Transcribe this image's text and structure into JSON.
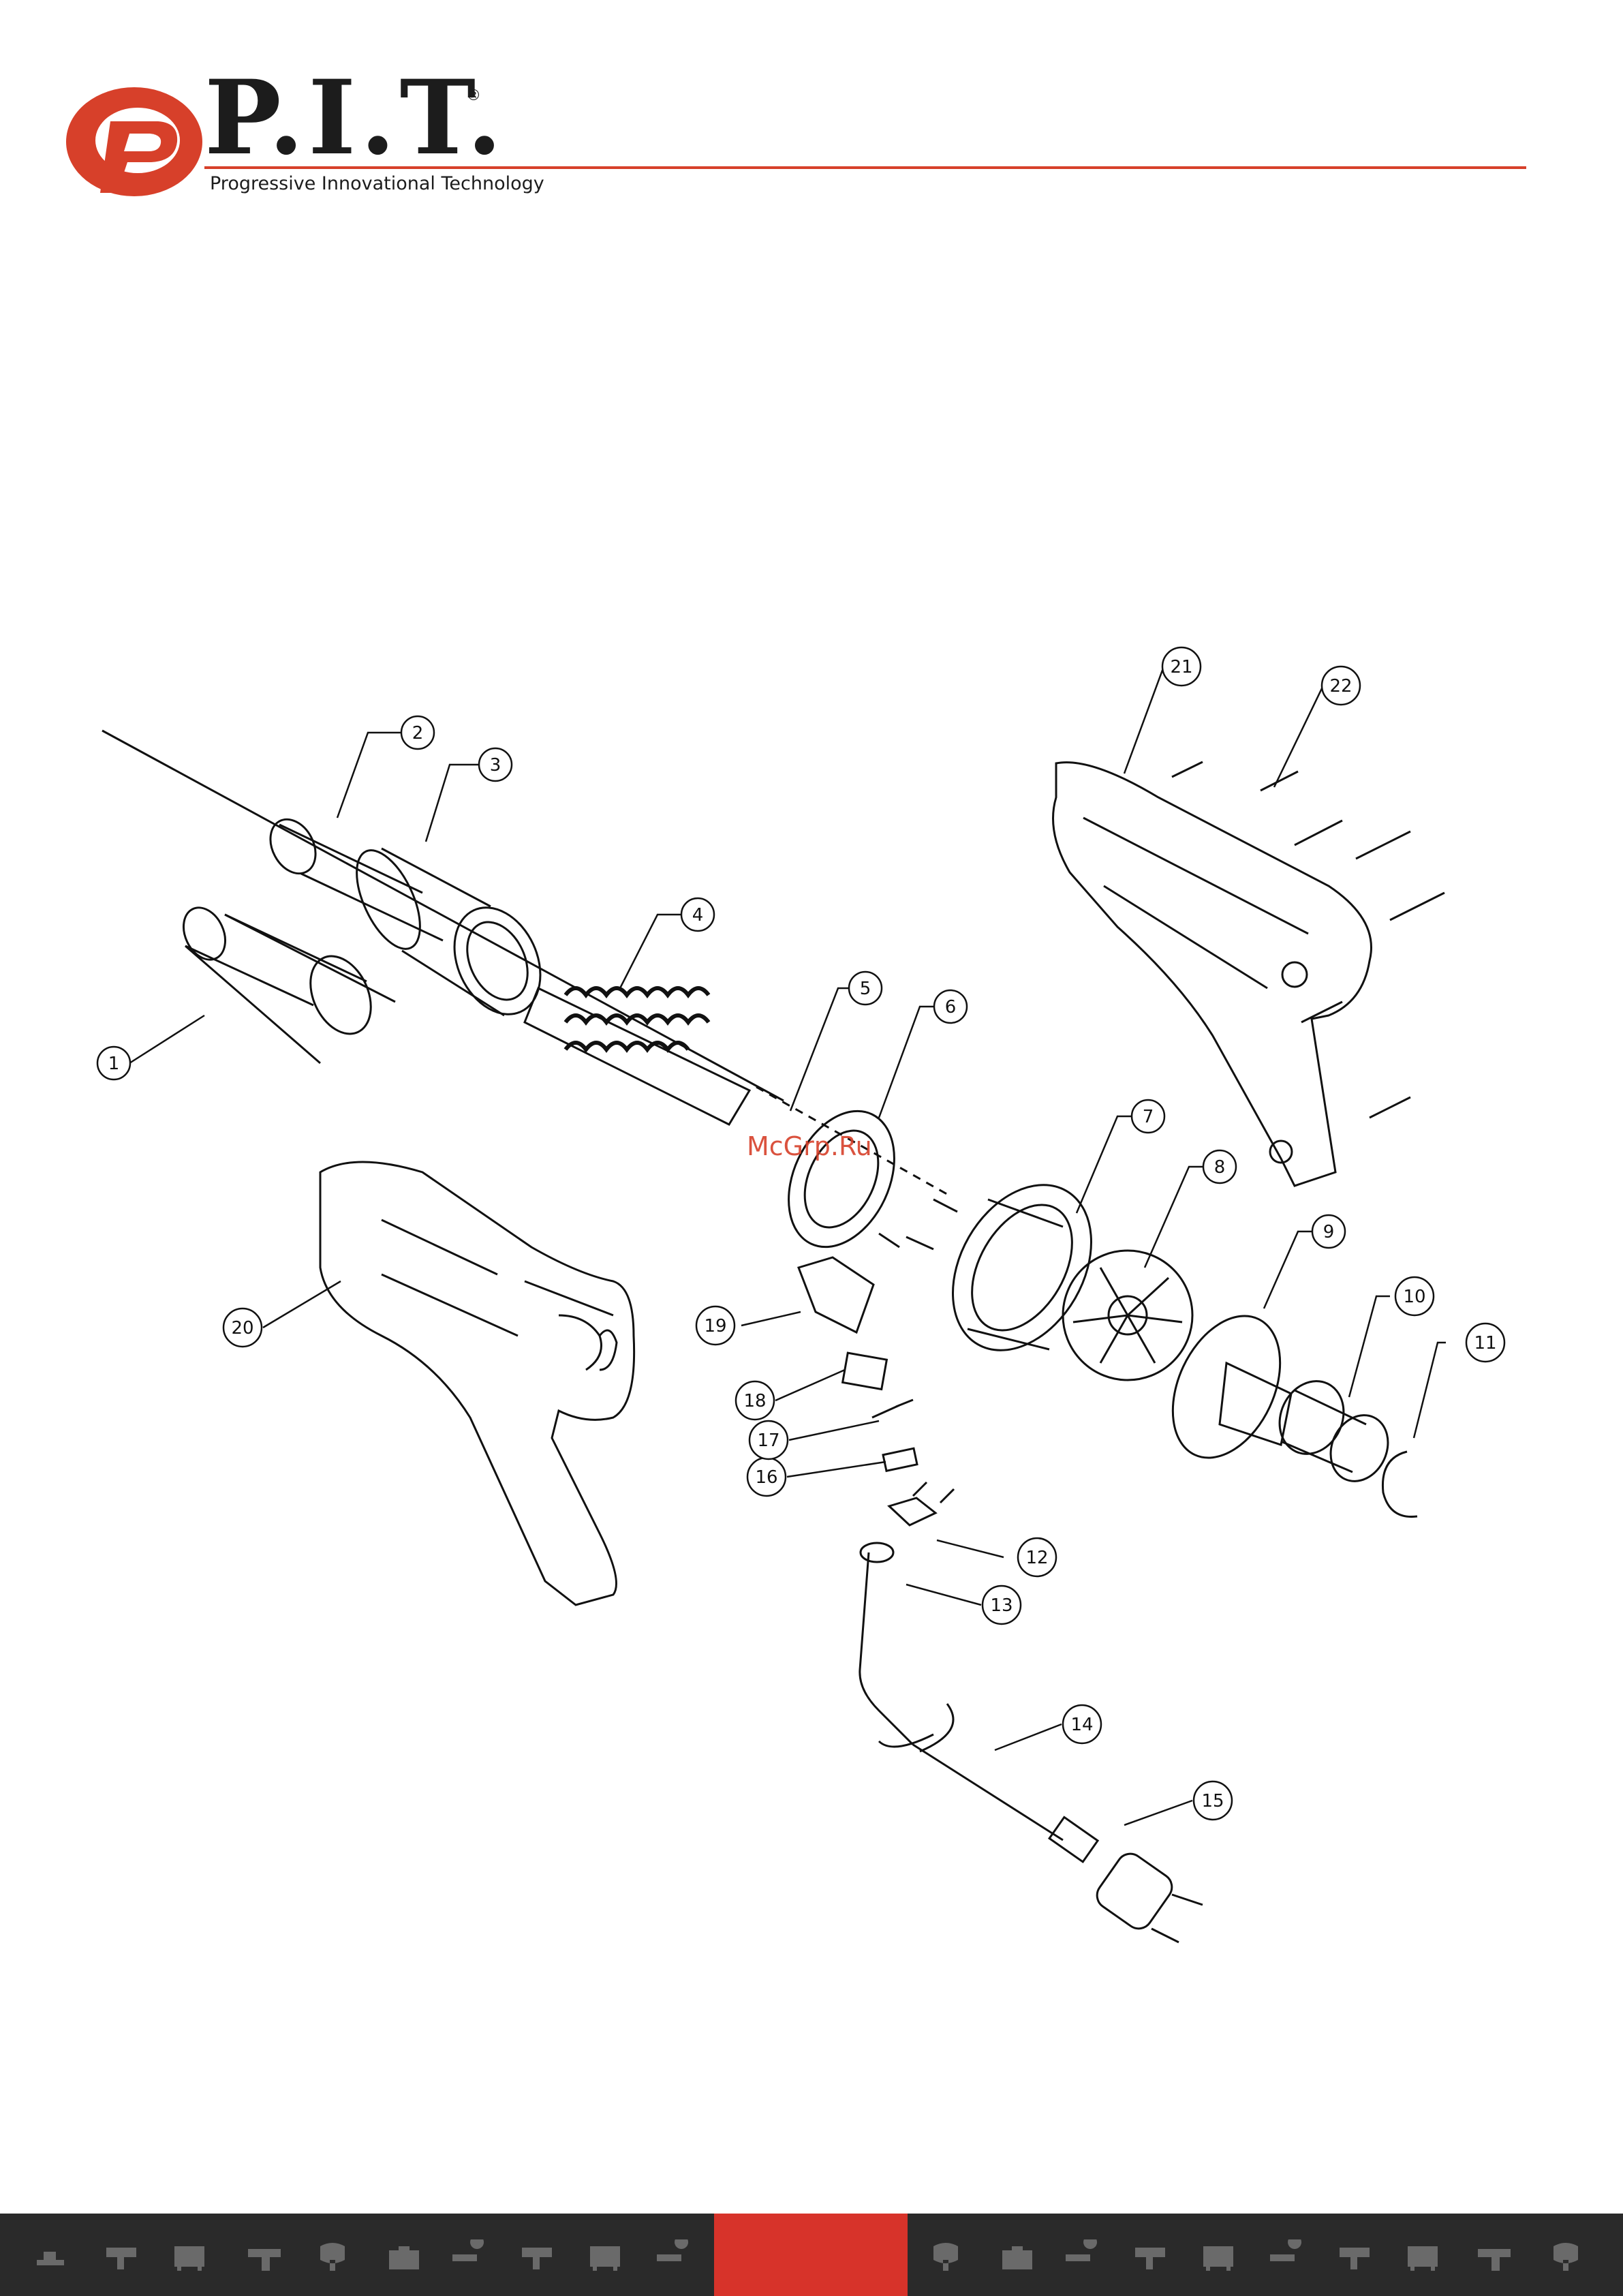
{
  "header": {
    "brand": "P.I.T.",
    "registered_mark": "®",
    "tagline": "Progressive Innovational Technology"
  },
  "watermark": "McGrp.Ru",
  "diagram": {
    "part_numbers": [
      "1",
      "2",
      "3",
      "4",
      "5",
      "6",
      "7",
      "8",
      "9",
      "10",
      "11",
      "12",
      "13",
      "14",
      "15",
      "16",
      "17",
      "18",
      "19",
      "20",
      "21",
      "22"
    ]
  },
  "colors": {
    "brand_red": "#d7402a",
    "footer_dark": "#2a2a2a",
    "footer_accent": "#d7332a"
  },
  "footer": {
    "icons": [
      "jigsaw-icon",
      "drill-icon",
      "generator-icon",
      "hammer-drill-icon",
      "mixer-icon",
      "toolbox-icon",
      "grinder-icon",
      "drill-icon",
      "generator-icon",
      "grinder-icon",
      "mixer-icon",
      "toolbox-icon",
      "grinder-icon",
      "drill-icon",
      "generator-icon",
      "grinder-icon",
      "drill-icon",
      "generator-icon",
      "hammer-drill-icon",
      "mixer-icon"
    ]
  }
}
